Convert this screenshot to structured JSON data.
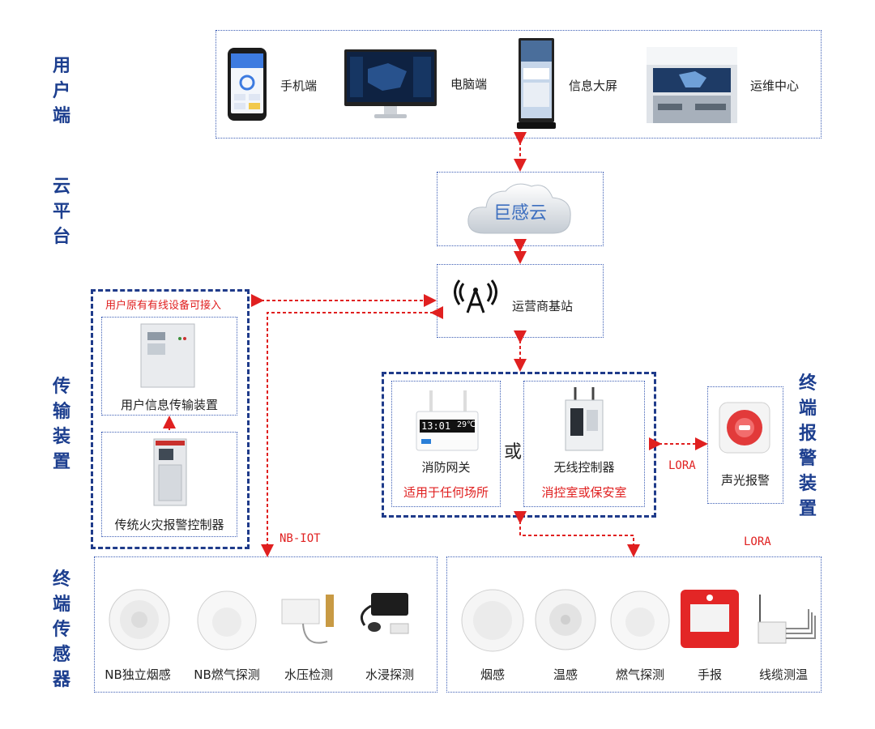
{
  "tiers": {
    "user": "用\n户\n端",
    "cloud": "云\n平\n台",
    "transport": "传\n输\n装\n置",
    "alarm": "终\n端\n报\n警\n装\n置",
    "sensor": "终\n端\n传\n感\n器"
  },
  "user_end": {
    "mobile": "手机端",
    "pc": "电脑端",
    "big_screen": "信息大屏",
    "ops_center": "运维中心"
  },
  "cloud": {
    "name": "巨感云"
  },
  "base_station": {
    "name": "运营商基站",
    "antenna_glyph": "(( A ))"
  },
  "transport": {
    "note": "用户原有有线设备可接入",
    "user_info_device": "用户信息传输装置",
    "fire_controller": "传统火灾报警控制器"
  },
  "gateway": {
    "fire_gateway": "消防网关",
    "fire_gateway_note": "适用于任何场所",
    "or": "或",
    "wireless_controller": "无线控制器",
    "wireless_controller_note": "消控室或保安室",
    "gateway_display": "13:01",
    "gateway_temp": "29℃"
  },
  "alarm_device": {
    "name": "声光报警"
  },
  "links": {
    "lora_1": "LORA",
    "lora_2": "LORA",
    "nb_iot": "NB-IOT"
  },
  "nb_sensors": [
    "NB独立烟感",
    "NB燃气探测",
    "水压检测",
    "水浸探测"
  ],
  "lora_sensors": [
    "烟感",
    "温感",
    "燃气探测",
    "手报",
    "线缆测温"
  ],
  "colors": {
    "accent": "#1f3b8a",
    "link": "#e02020",
    "tier_text": "#1d3f8f"
  }
}
